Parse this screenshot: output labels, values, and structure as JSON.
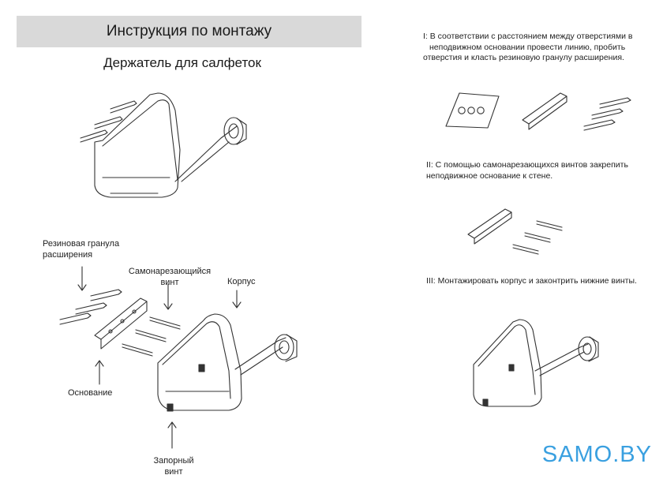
{
  "header": {
    "title": "Инструкция по монтажу"
  },
  "subtitle": "Держатель для салфеток",
  "labels": {
    "anchor_line1": "Резиновая гранула",
    "anchor_line2": "расширения",
    "screw_line1": "Самонарезающийся",
    "screw_line2": "винт",
    "body": "Корпус",
    "base": "Основание",
    "lock_line1": "Запорный",
    "lock_line2": "винт"
  },
  "steps": {
    "step1_line1": "I: В соответствии с расстоянием между отверстиями в",
    "step1_line2": "неподвижном основании провести линию, пробить",
    "step1_line3": "отверстия и класть резиновую гранулу расширения.",
    "step2_line1": "II: С помощью самонарезающихся винтов закрепить",
    "step2_line2": "неподвижное основание к стене.",
    "step3": "III: Монтажировать корпус и законтрить нижние винты."
  },
  "logo": {
    "text_a": "SAMO",
    "text_b": ".BY",
    "color": "#3aa0e0"
  }
}
